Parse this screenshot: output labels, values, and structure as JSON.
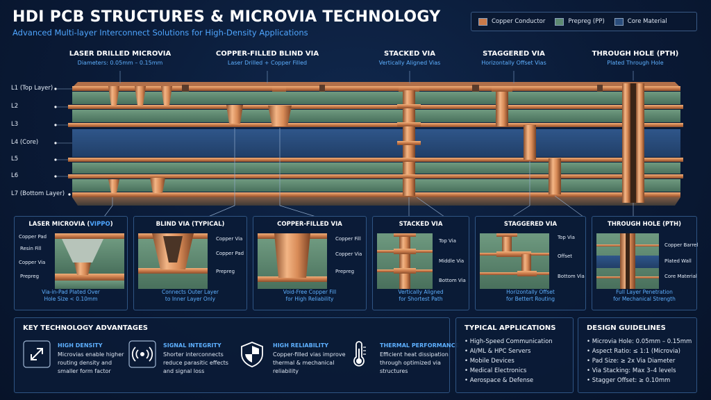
{
  "header": {
    "title": "HDI PCB STRUCTURES & MICROVIA TECHNOLOGY",
    "subtitle": "Advanced Multi-layer Interconnect Solutions for High-Density Applications"
  },
  "legend": [
    {
      "label": "Copper Conductor",
      "color": "#c97a4a"
    },
    {
      "label": "Prepreg (PP)",
      "color": "#5d8a72"
    },
    {
      "label": "Core Material",
      "color": "#2a4d7c"
    }
  ],
  "colors": {
    "copper": "#c97a4a",
    "prepreg": "#5d8a72",
    "core": "#2a4d7c",
    "accent": "#4fa6ff"
  },
  "via_headers": [
    {
      "title": "LASER DRILLED MICROVIA",
      "sub": "Diameters: 0.05mm – 0.15mm"
    },
    {
      "title": "COPPER-FILLED BLIND VIA",
      "sub": "Laser Drilled + Copper Filled"
    },
    {
      "title": "STACKED VIA",
      "sub": "Vertically Aligned Vias"
    },
    {
      "title": "STAGGERED VIA",
      "sub": "Horizontally Offset Vias"
    },
    {
      "title": "THROUGH HOLE (PTH)",
      "sub": "Plated Through Hole"
    }
  ],
  "layers": [
    "L1 (Top Layer)",
    "L2",
    "L3",
    "L4 (Core)",
    "L5",
    "L6",
    "L7 (Bottom Layer)"
  ],
  "detail_panels": [
    {
      "title_pre": "LASER MICROVIA (",
      "title_hl": "VIPPO",
      "title_post": ")",
      "labels": [
        "Copper Pad",
        "Resin Fill",
        "Copper Via",
        "Prepreg"
      ],
      "caption": [
        "Via-in-Pad Plated Over",
        "Hole Size < 0.10mm"
      ]
    },
    {
      "title": "BLIND VIA (TYPICAL)",
      "labels": [
        "Copper Via",
        "Copper Pad",
        "Prepreg"
      ],
      "caption": [
        "Connects Outer Layer",
        "to Inner Layer Only"
      ]
    },
    {
      "title": "COPPER-FILLED VIA",
      "labels": [
        "Copper Fill",
        "Copper Via",
        "Prepreg"
      ],
      "caption": [
        "Void-Free Copper Fill",
        "for High Reliability"
      ]
    },
    {
      "title": "STACKED VIA",
      "labels": [
        "Top Via",
        "Middle Via",
        "Bottom Via"
      ],
      "caption": [
        "Vertically Aligned",
        "for Shortest Path"
      ]
    },
    {
      "title": "STAGGERED VIA",
      "labels": [
        "Top Via",
        "Offset",
        "Bottom Via"
      ],
      "caption": [
        "Horizontally Offset",
        "for Bettert Routing"
      ]
    },
    {
      "title": "THROUGH HOLE (PTH)",
      "labels": [
        "Copper Barrel",
        "Plated Wall",
        "Core Material"
      ],
      "caption": [
        "Full Layer Penetration",
        "for Mechanical Strength"
      ]
    }
  ],
  "advantages": {
    "title": "KEY TECHNOLOGY ADVANTAGES",
    "items": [
      {
        "title": "HIGH DENSITY",
        "desc": "Microvias enable higher routing density and smaller form factor",
        "icon": "arrows-diagonal-icon"
      },
      {
        "title": "SIGNAL INTEGRITY",
        "desc": "Shorter interconnects reduce parasitic effects and signal loss",
        "icon": "signal-waves-icon"
      },
      {
        "title": "HIGH RELIABILITY",
        "desc": "Copper-filled vias improve thermal & mechanical reliability",
        "icon": "shield-icon"
      },
      {
        "title": "THERMAL PERFORMANCE",
        "desc": "Efficient heat dissipation through optimized via structures",
        "icon": "thermometer-icon"
      }
    ]
  },
  "applications": {
    "title": "TYPICAL APPLICATIONS",
    "items": [
      "High-Speed Communication",
      "AI/ML & HPC Servers",
      "Mobile Devices",
      "Medical Electronics",
      "Aerospace & Defense"
    ]
  },
  "guidelines": {
    "title": "DESIGN GUIDELINES",
    "items": [
      "Microvia Hole: 0.05mm – 0.15mm",
      "Aspect Ratio: ≤ 1:1 (Microvia)",
      "Pad Size: ≥ 2x Via Diameter",
      "Via Stacking: Max 3–4 levels",
      "Stagger Offset: ≥ 0.10mm"
    ]
  }
}
